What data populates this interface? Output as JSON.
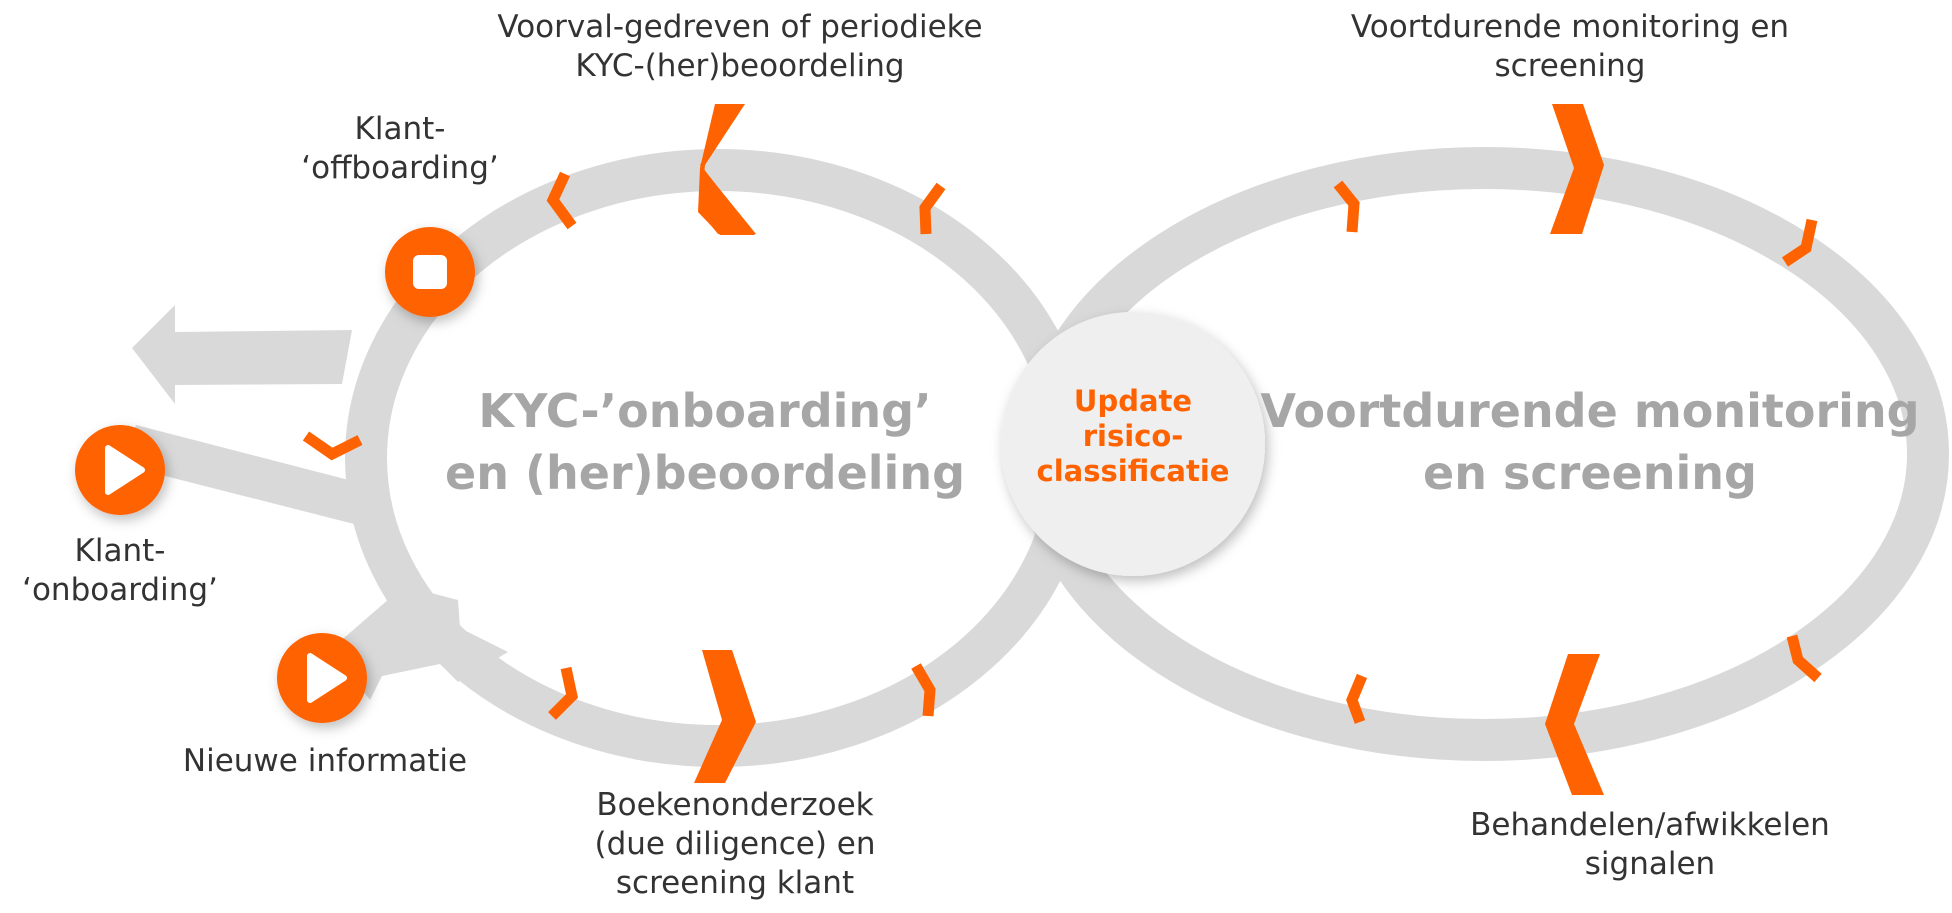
{
  "colors": {
    "loop": "#d9d9d9",
    "accent": "#ff6200",
    "big_text": "#a6a6a6",
    "label_text": "#333333",
    "hub": "#efefef"
  },
  "icons": {
    "stop": "stop-icon",
    "play": "play-icon"
  },
  "left_loop": {
    "title": "KYC-’onboarding’\nen (her)beoordeling"
  },
  "right_loop": {
    "title": "Voortdurende monitoring\nen screening"
  },
  "hub": {
    "text": "Update\nrisico-\nclassificatie"
  },
  "labels": {
    "top_left": "Voorval-gedreven of periodieke\nKYC-(her)beoordeling",
    "top_right": "Voortdurende monitoring en\nscreening",
    "offboarding": "Klant-\n‘offboarding’",
    "onboarding": "Klant-\n‘onboarding’",
    "new_info": "Nieuwe informatie",
    "bottom_left": "Boekenonderzoek\n(due diligence) en\nscreening klant",
    "bottom_right": "Behandelen/afwikkelen\nsignalen"
  }
}
